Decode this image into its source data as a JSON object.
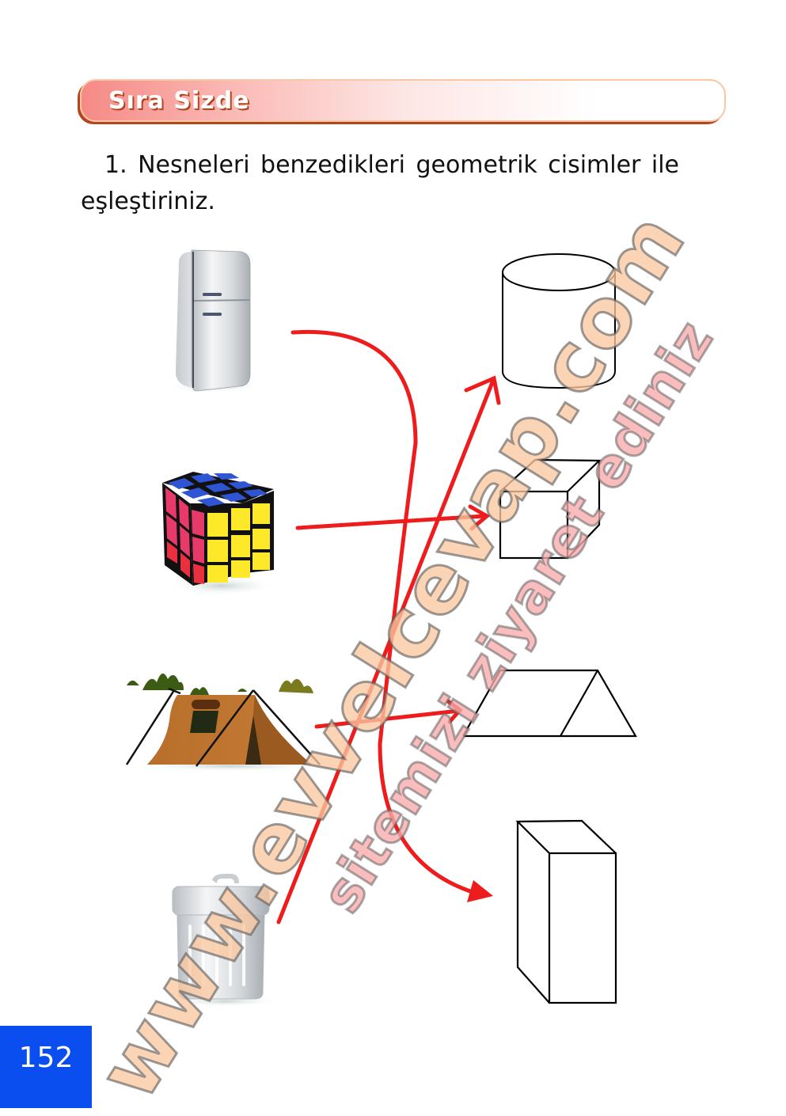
{
  "header": {
    "title": "Sıra Sizde"
  },
  "question": {
    "number": "1.",
    "text": "Nesneleri benzedikleri geometrik cisimler ile eşleştiriniz."
  },
  "objects": [
    {
      "name": "refrigerator",
      "matches": "rectangular-prism"
    },
    {
      "name": "rubiks-cube",
      "matches": "cube"
    },
    {
      "name": "tent",
      "matches": "triangular-prism"
    },
    {
      "name": "trash-can",
      "matches": "cylinder"
    }
  ],
  "shapes": [
    "cylinder",
    "cube",
    "triangular-prism",
    "rectangular-prism"
  ],
  "colors": {
    "arrow": "#ee1c1c",
    "page_box": "#0a4ef0",
    "banner": "#f58a86"
  },
  "watermark": {
    "line1": "www.evvelcevap.com",
    "line2": "sitemizi ziyaret ediniz"
  },
  "footer": {
    "page_number": "152"
  }
}
